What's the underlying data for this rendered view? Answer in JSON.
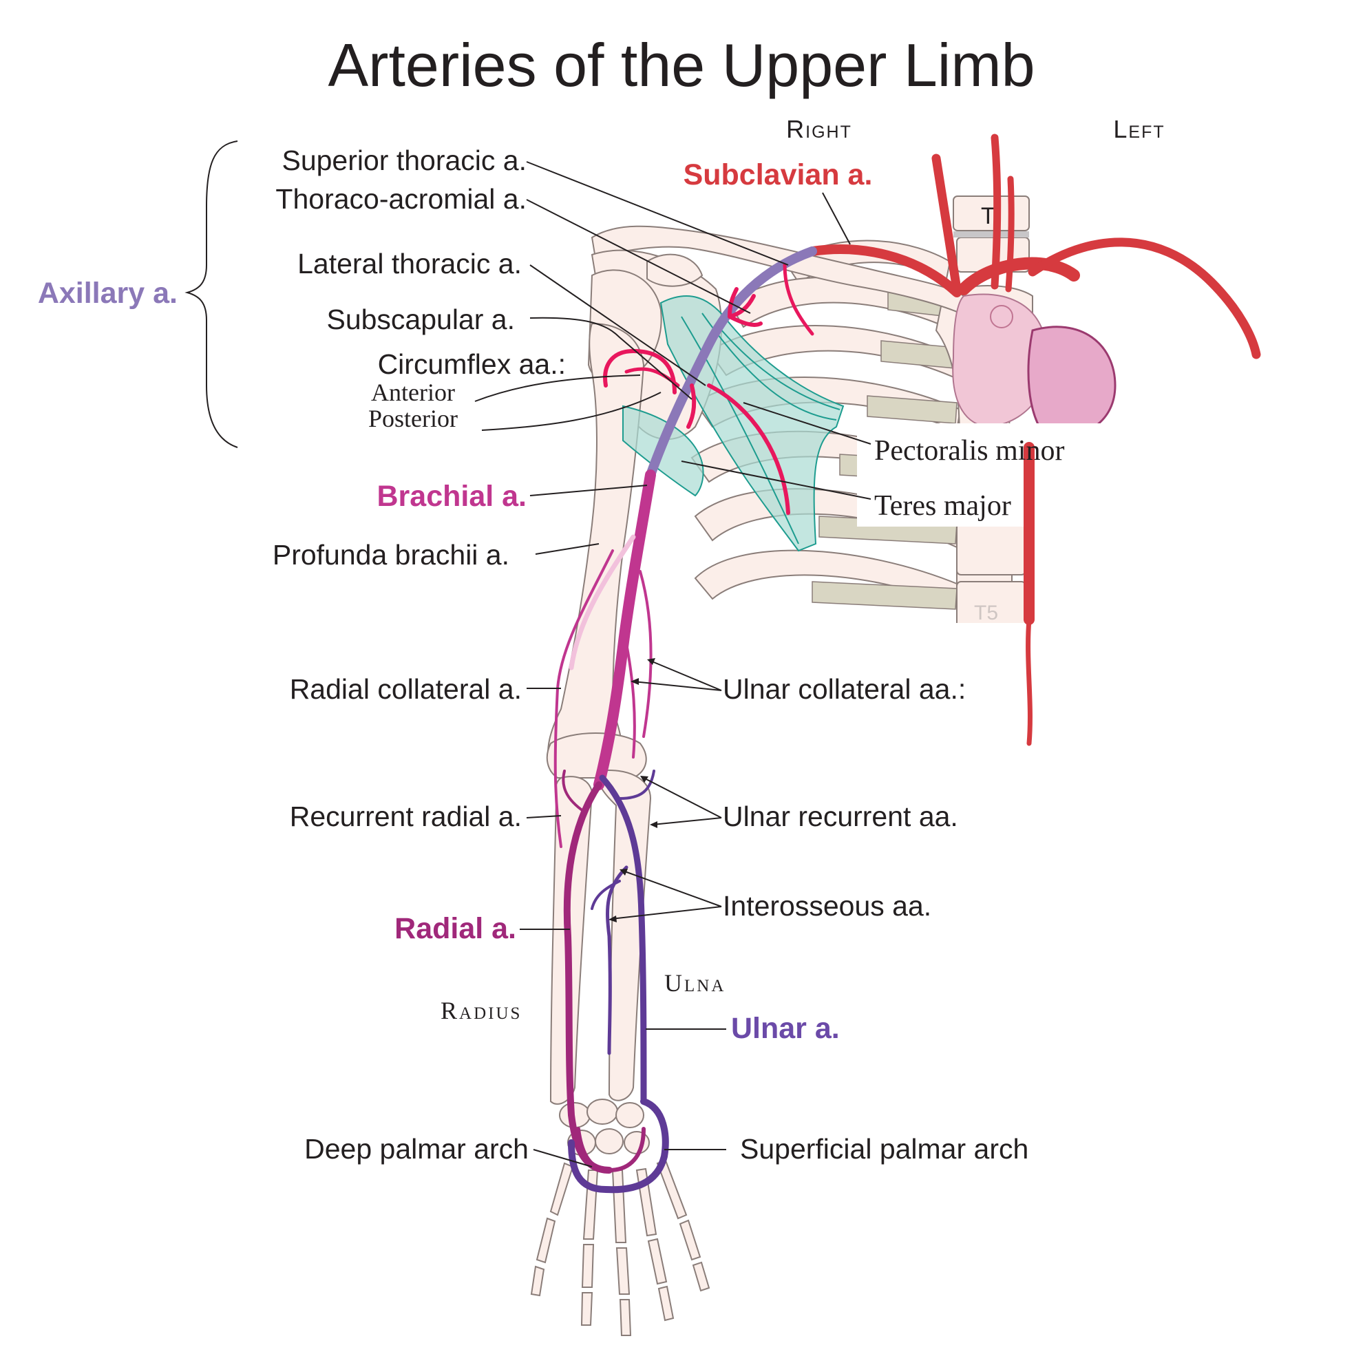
{
  "title": "Arteries of the Upper Limb",
  "sides": {
    "right": "Right",
    "left": "Left"
  },
  "vertebra_labels": {
    "upper": "T",
    "lower": "T5"
  },
  "colors": {
    "subclavian": "#d63a3f",
    "axillary": "#8b78b8",
    "brachial": "#c0368f",
    "radial": "#a0287a",
    "ulnar": "#5e3a96",
    "branch": "#e8175d",
    "muscle": "#a9dbd3",
    "heart": "#e7a9c9",
    "bone": "#fbeee9"
  },
  "labels": {
    "superior_thoracic": "Superior thoracic a.",
    "thoraco_acromial": "Thoraco-acromial a.",
    "axillary": "Axillary a.",
    "lateral_thoracic": "Lateral thoracic a.",
    "subscapular": "Subscapular a.",
    "circumflex": "Circumflex aa.:",
    "anterior": "Anterior",
    "posterior": "Posterior",
    "subclavian": "Subclavian a.",
    "pectoralis_minor": "Pectoralis minor",
    "teres_major": "Teres major",
    "brachial": "Brachial a.",
    "profunda_brachii": "Profunda brachii a.",
    "radial_collateral": "Radial collateral a.",
    "ulnar_collateral": "Ulnar collateral aa.:",
    "recurrent_radial": "Recurrent radial a.",
    "ulnar_recurrent": "Ulnar recurrent  aa.",
    "interosseous": "Interosseous aa.",
    "radial": "Radial a.",
    "ulna": "Ulna",
    "radius": "Radius",
    "ulnar": "Ulnar a.",
    "deep_palmar_arch": "Deep palmar arch",
    "superficial_palmar_arch": "Superficial palmar arch"
  }
}
